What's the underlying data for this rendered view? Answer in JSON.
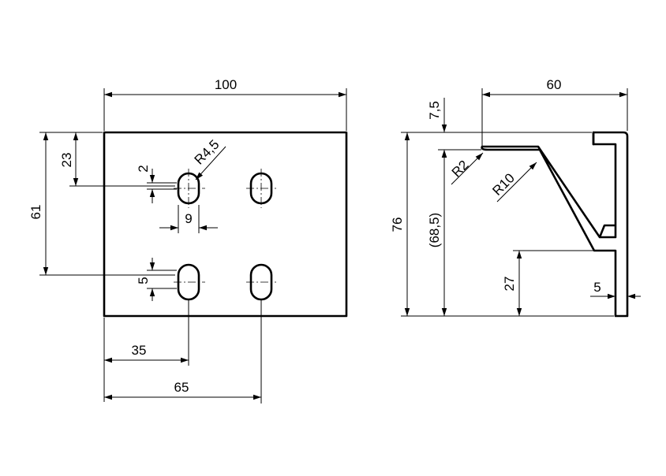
{
  "front_view": {
    "width_dim": "100",
    "height_dim": "61",
    "top_offset_dim": "23",
    "slot_radius_dim": "R4,5",
    "slot_offset_dim": "2",
    "slot_length_dim": "9",
    "lower_slot_offset_dim": "5",
    "hole1_dim": "35",
    "hole2_dim": "65"
  },
  "side_view": {
    "width_dim": "60",
    "top_step_dim": "7,5",
    "height_dim": "76",
    "ref_height_dim": "(68,5)",
    "fillet_small_dim": "R2",
    "fillet_large_dim": "R10",
    "lower_height_dim": "27",
    "thickness_dim": "5"
  }
}
